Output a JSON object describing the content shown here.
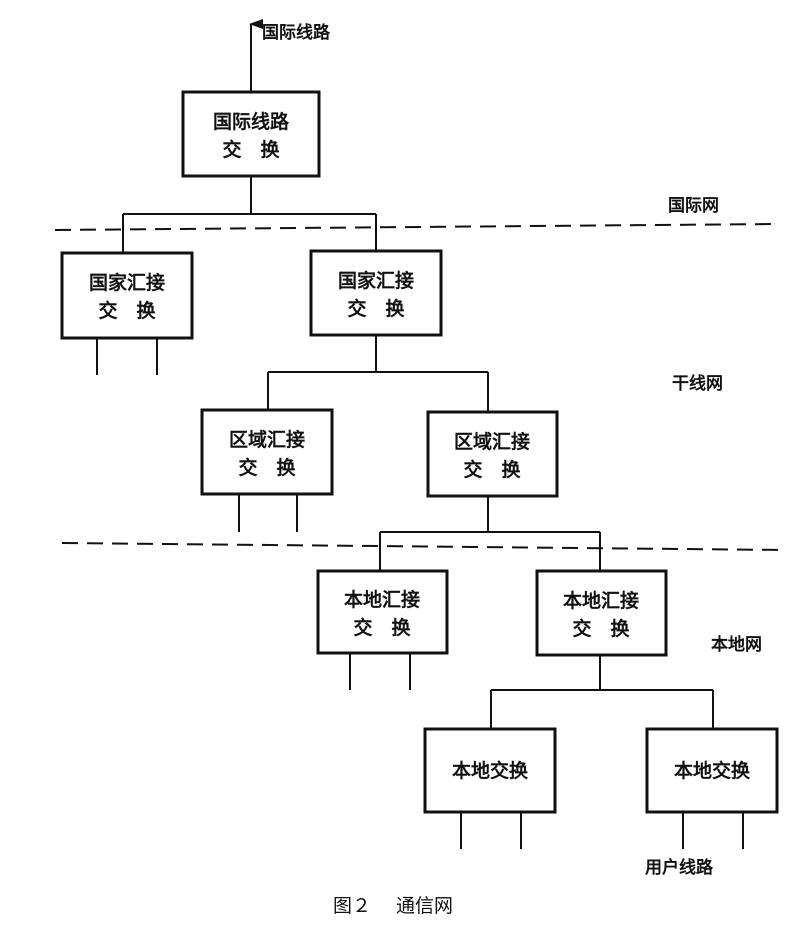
{
  "top_line_label": "国际线路",
  "zones": {
    "international": "国际网",
    "trunk": "干线网",
    "local": "本地网"
  },
  "nodes": {
    "international_exchange": {
      "line1": "国际线路",
      "line2": "交　换"
    },
    "national_tandem_left": {
      "line1": "国家汇接",
      "line2": "交　换"
    },
    "national_tandem_right": {
      "line1": "国家汇接",
      "line2": "交　换"
    },
    "regional_tandem_left": {
      "line1": "区域汇接",
      "line2": "交　换"
    },
    "regional_tandem_right": {
      "line1": "区域汇接",
      "line2": "交　换"
    },
    "local_tandem_left": {
      "line1": "本地汇接",
      "line2": "交　换"
    },
    "local_tandem_right": {
      "line1": "本地汇接",
      "line2": "交　换"
    },
    "local_exchange_left": {
      "line1": "本地交换"
    },
    "local_exchange_right": {
      "line1": "本地交换"
    }
  },
  "subscriber_line_label": "用户线路",
  "caption": "图２　 通信网"
}
